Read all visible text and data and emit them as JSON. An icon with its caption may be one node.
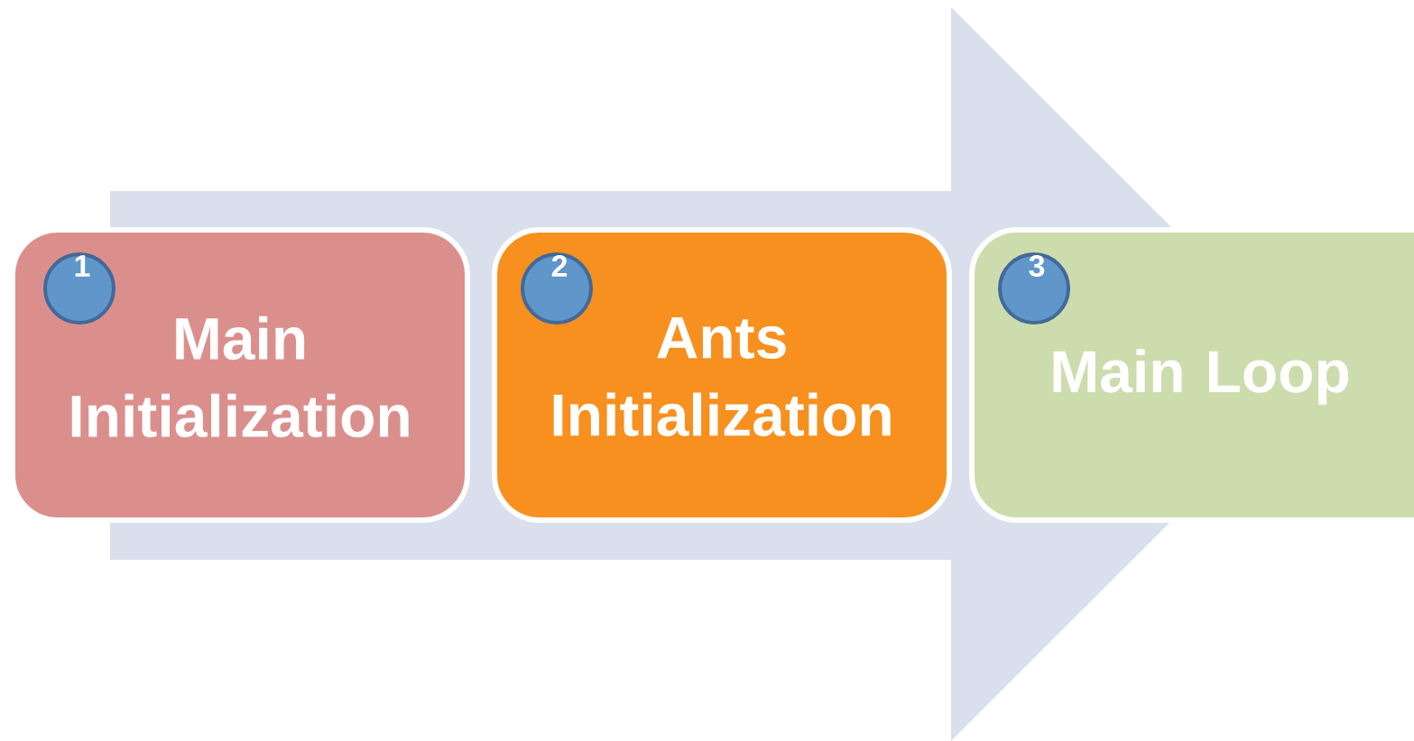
{
  "diagram": {
    "nodes": [
      {
        "text": [
          "Main Initialization"
        ]
      },
      {
        "text": [
          "1"
        ],
        "in": 0
      },
      {
        "text": [
          "Ants Initialization"
        ]
      },
      {
        "text": [
          "2"
        ],
        "in": 2
      },
      {
        "text": [
          "Main Loop"
        ]
      },
      {
        "text": [
          "3"
        ],
        "in": 4
      }
    ],
    "edges": []
  }
}
